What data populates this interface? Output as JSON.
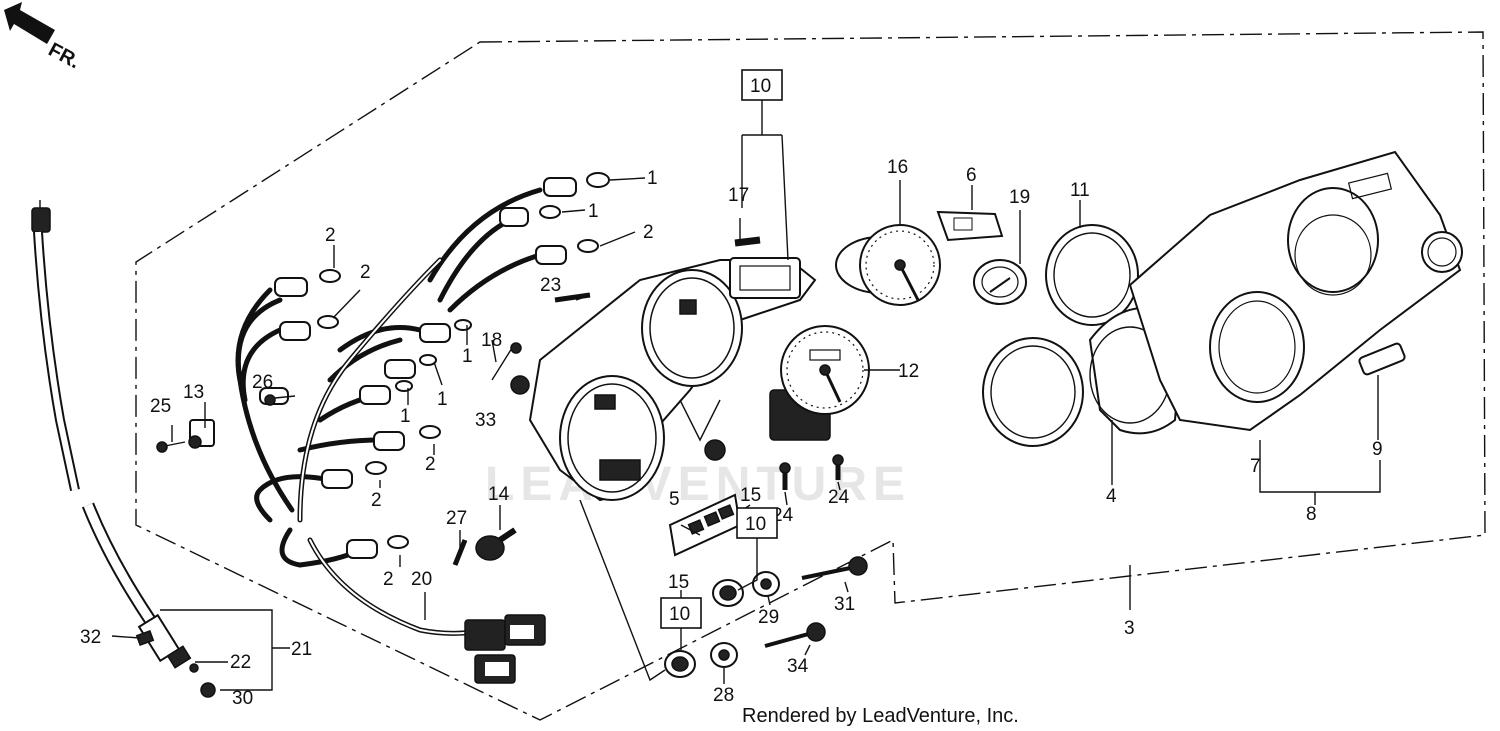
{
  "direction": {
    "label": "FR."
  },
  "watermark": "LEADVENTURE",
  "credit": "Rendered by LeadVenture, Inc.",
  "callouts": [
    {
      "id": "c1a",
      "text": "1"
    },
    {
      "id": "c1b",
      "text": "1"
    },
    {
      "id": "c1c",
      "text": "1"
    },
    {
      "id": "c1d",
      "text": "1"
    },
    {
      "id": "c1e",
      "text": "1"
    },
    {
      "id": "c2a",
      "text": "2"
    },
    {
      "id": "c2b",
      "text": "2"
    },
    {
      "id": "c2c",
      "text": "2"
    },
    {
      "id": "c2d",
      "text": "2"
    },
    {
      "id": "c2e",
      "text": "2"
    },
    {
      "id": "c2f",
      "text": "2"
    },
    {
      "id": "c3",
      "text": "3"
    },
    {
      "id": "c4",
      "text": "4"
    },
    {
      "id": "c5",
      "text": "5"
    },
    {
      "id": "c6",
      "text": "6"
    },
    {
      "id": "c7",
      "text": "7"
    },
    {
      "id": "c8",
      "text": "8"
    },
    {
      "id": "c9",
      "text": "9"
    },
    {
      "id": "c11",
      "text": "11"
    },
    {
      "id": "c12",
      "text": "12"
    },
    {
      "id": "c13",
      "text": "13"
    },
    {
      "id": "c14",
      "text": "14"
    },
    {
      "id": "c15a",
      "text": "15"
    },
    {
      "id": "c15b",
      "text": "15"
    },
    {
      "id": "c16",
      "text": "16"
    },
    {
      "id": "c17",
      "text": "17"
    },
    {
      "id": "c18",
      "text": "18"
    },
    {
      "id": "c19",
      "text": "19"
    },
    {
      "id": "c20",
      "text": "20"
    },
    {
      "id": "c21",
      "text": "21"
    },
    {
      "id": "c22",
      "text": "22"
    },
    {
      "id": "c23",
      "text": "23"
    },
    {
      "id": "c24a",
      "text": "24"
    },
    {
      "id": "c24b",
      "text": "24"
    },
    {
      "id": "c25",
      "text": "25"
    },
    {
      "id": "c26",
      "text": "26"
    },
    {
      "id": "c27",
      "text": "27"
    },
    {
      "id": "c28",
      "text": "28"
    },
    {
      "id": "c29",
      "text": "29"
    },
    {
      "id": "c30",
      "text": "30"
    },
    {
      "id": "c31",
      "text": "31"
    },
    {
      "id": "c32",
      "text": "32"
    },
    {
      "id": "c33",
      "text": "33"
    },
    {
      "id": "c34",
      "text": "34"
    }
  ],
  "boxed_callouts": [
    {
      "id": "b10a",
      "text": "10"
    },
    {
      "id": "b10b",
      "text": "10"
    },
    {
      "id": "b10c",
      "text": "10"
    }
  ]
}
